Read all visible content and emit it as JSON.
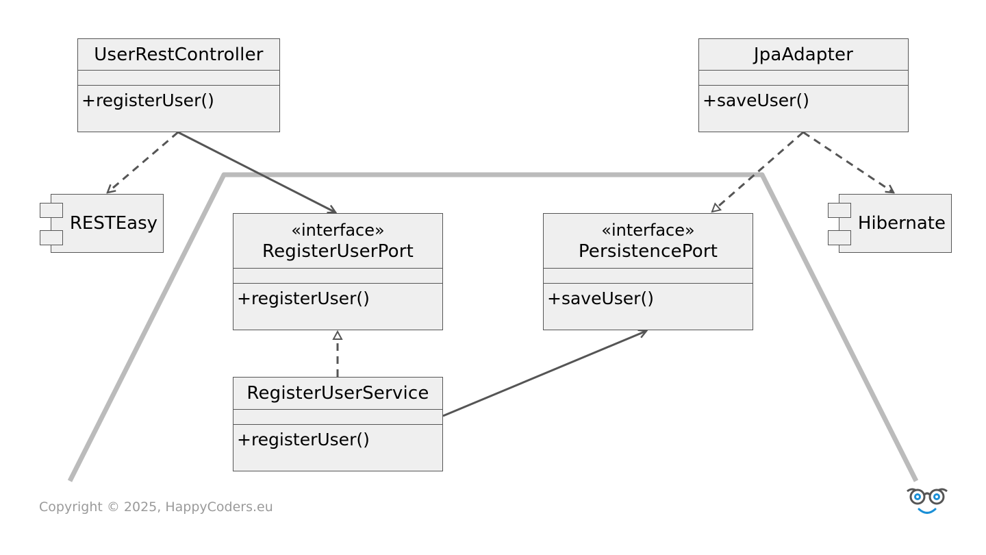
{
  "classes": {
    "user_rest_controller": {
      "name": "UserRestController",
      "operation": "+registerUser()"
    },
    "jpa_adapter": {
      "name": "JpaAdapter",
      "operation": "+saveUser()"
    },
    "register_user_port": {
      "stereotype": "«interface»",
      "name": "RegisterUserPort",
      "operation": "+registerUser()"
    },
    "persistence_port": {
      "stereotype": "«interface»",
      "name": "PersistencePort",
      "operation": "+saveUser()"
    },
    "register_user_service": {
      "name": "RegisterUserService",
      "operation": "+registerUser()"
    }
  },
  "components": {
    "resteasy": "RESTEasy",
    "hibernate": "Hibernate"
  },
  "relations": [
    {
      "from": "UserRestController",
      "to": "RESTEasy",
      "kind": "dependency"
    },
    {
      "from": "UserRestController",
      "to": "RegisterUserPort",
      "kind": "association"
    },
    {
      "from": "JpaAdapter",
      "to": "PersistencePort",
      "kind": "realization"
    },
    {
      "from": "JpaAdapter",
      "to": "Hibernate",
      "kind": "dependency"
    },
    {
      "from": "RegisterUserService",
      "to": "RegisterUserPort",
      "kind": "realization"
    },
    {
      "from": "RegisterUserService",
      "to": "PersistencePort",
      "kind": "association"
    }
  ],
  "colors": {
    "box_fill": "#efefef",
    "box_border": "#555555",
    "boundary": "#bbbbbb",
    "logo_accent": "#1a8fd6"
  },
  "footer": {
    "copyright": "Copyright © 2025, HappyCoders.eu"
  },
  "logo_icon": "happycoders-glasses-icon"
}
